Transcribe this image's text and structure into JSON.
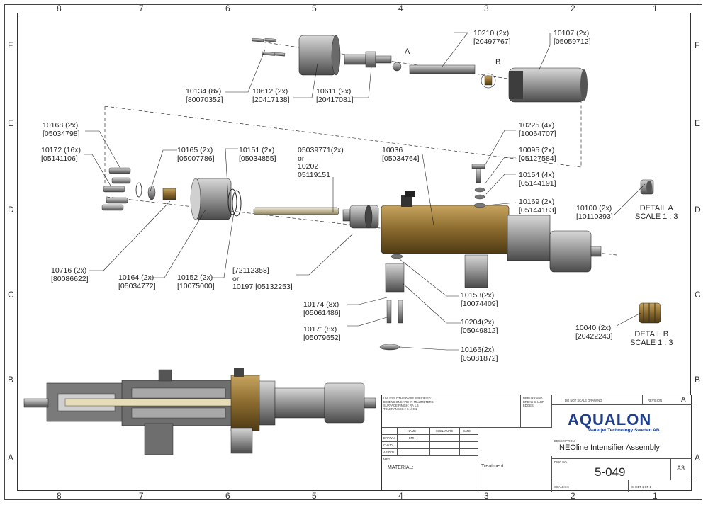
{
  "zones": {
    "columns": [
      "8",
      "7",
      "6",
      "5",
      "4",
      "3",
      "2",
      "1"
    ],
    "rows": [
      "F",
      "E",
      "D",
      "C",
      "B",
      "A"
    ]
  },
  "callouts": [
    {
      "id": "c10134",
      "lines": [
        "10134 (8x)",
        "[80070352]"
      ]
    },
    {
      "id": "c10612",
      "lines": [
        "10612 (2x)",
        "[20417138]"
      ]
    },
    {
      "id": "c10611",
      "lines": [
        "10611 (2x)",
        "[20417081]"
      ]
    },
    {
      "id": "c10210",
      "lines": [
        "10210 (2x)",
        "[20497767]"
      ]
    },
    {
      "id": "c10107",
      "lines": [
        "10107 (2x)",
        "[05059712]"
      ]
    },
    {
      "id": "cA",
      "lines": [
        "A"
      ]
    },
    {
      "id": "cB",
      "lines": [
        "B"
      ]
    },
    {
      "id": "c10168",
      "lines": [
        "10168 (2x)",
        "[05034798]"
      ]
    },
    {
      "id": "c10172",
      "lines": [
        "10172 (16x)",
        "[05141106]"
      ]
    },
    {
      "id": "c10165",
      "lines": [
        "10165 (2x)",
        "[05007786]"
      ]
    },
    {
      "id": "c10151",
      "lines": [
        "10151 (2x)",
        "[05034855]"
      ]
    },
    {
      "id": "c05039771",
      "lines": [
        "05039771(2x)",
        "or",
        "10202",
        "05119151"
      ]
    },
    {
      "id": "c10036",
      "lines": [
        "10036",
        "[05034764]"
      ]
    },
    {
      "id": "c10225",
      "lines": [
        "10225 (4x)",
        "[10064707]"
      ]
    },
    {
      "id": "c10095",
      "lines": [
        "10095 (2x)",
        "[05127584]"
      ]
    },
    {
      "id": "c10154",
      "lines": [
        "10154 (4x)",
        "[05144191]"
      ]
    },
    {
      "id": "c10169",
      "lines": [
        "10169 (2x)",
        "[05144183]"
      ]
    },
    {
      "id": "c10100",
      "lines": [
        "10100 (2x)",
        "[10110393]"
      ]
    },
    {
      "id": "cDetailA",
      "lines": [
        "DETAIL A",
        "SCALE 1 : 3"
      ]
    },
    {
      "id": "c10716",
      "lines": [
        "10716 (2x)",
        "[80086622]"
      ]
    },
    {
      "id": "c10164",
      "lines": [
        "10164 (2x)",
        "[05034772]"
      ]
    },
    {
      "id": "c10152",
      "lines": [
        "10152 (2x)",
        "[10075000]"
      ]
    },
    {
      "id": "c72112358",
      "lines": [
        "[72112358]",
        "or",
        "10197 [05132253]"
      ]
    },
    {
      "id": "c10153",
      "lines": [
        "10153(2x)",
        "[10074409]"
      ]
    },
    {
      "id": "c10174",
      "lines": [
        "10174 (8x)",
        "[05061486]"
      ]
    },
    {
      "id": "c10204",
      "lines": [
        "10204(2x)",
        "[05049812]"
      ]
    },
    {
      "id": "c10171",
      "lines": [
        "10171(8x)",
        "[05079652]"
      ]
    },
    {
      "id": "c10166",
      "lines": [
        "10166(2x)",
        "[05081872]"
      ]
    },
    {
      "id": "c10040",
      "lines": [
        "10040 (2x)",
        "[20422243]"
      ]
    },
    {
      "id": "cDetailB",
      "lines": [
        "DETAIL B",
        "SCALE 1 : 3"
      ]
    }
  ],
  "title_block": {
    "notes": "UNLESS OTHERWISE SPECIFIED:\nDIMENSIONS ARE IN MILLIMETERS\nSURFACE FINISH: RA 1,6\nTOLERANCES: +0.1/-0.1",
    "deburr": "DEBURR AND\nBREAK SHARP\nEDGES",
    "do_not_scale": "DO NOT SCALE DRAWING",
    "revision_label": "REVISION",
    "revision": "A",
    "col_name": "NAME",
    "col_signature": "SIGNATURE",
    "col_date": "DATE",
    "rows": [
      "DRAWN",
      "CHK'D",
      "APPV'D",
      "MFG"
    ],
    "drawn_name": "EMH",
    "material": "MATERIAL:",
    "treatment": "Treatment:",
    "logo": "AQUALON",
    "logo_sub": "Waterjet Technology Sweden AB",
    "desc_label": "DESCRIPTION",
    "description": "NEOline Intensifier Assembly",
    "dwg_label": "DWG NO.",
    "dwg_no": "5-049",
    "size": "A3",
    "scale": "SCALE:1:6",
    "sheet": "SHEET 1 OF 1"
  },
  "colors": {
    "line": "#333333",
    "metal": "#9a9a9a",
    "metal_dark": "#4a4a4a",
    "brass": "#8a6a2e",
    "section_gray": "#6e6e6e",
    "logo": "#1f3f8a"
  }
}
